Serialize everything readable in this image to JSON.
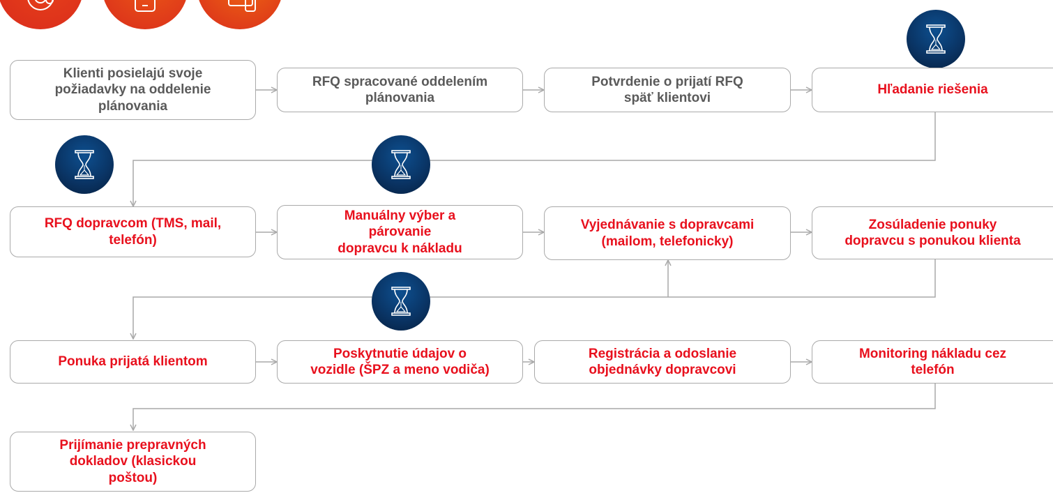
{
  "channels": [
    {
      "icon": "at-sign-icon",
      "color": "#e8431a"
    },
    {
      "icon": "smartphone-icon",
      "color": "#ec5a16"
    },
    {
      "icon": "devices-icon",
      "color": "#ef6a12"
    }
  ],
  "steps": [
    {
      "lines": [
        "Klienti posielajú svoje",
        "požiadavky na oddelenie",
        "plánovania"
      ],
      "style": "gray"
    },
    {
      "lines": [
        "RFQ spracované oddelením",
        "plánovania"
      ],
      "style": "gray"
    },
    {
      "lines": [
        "Potvrdenie o prijatí RFQ",
        "späť klientovi"
      ],
      "style": "gray"
    },
    {
      "lines": [
        "Hľadanie riešenia"
      ],
      "style": "red"
    },
    {
      "lines": [
        "RFQ dopravcom (TMS, mail,",
        "telefón)"
      ],
      "style": "red"
    },
    {
      "lines": [
        "Manuálny výber a",
        "párovanie",
        "dopravcu k nákladu"
      ],
      "style": "red"
    },
    {
      "lines": [
        "Vyjednávanie s dopravcami",
        "(mailom, telefonicky)"
      ],
      "style": "red"
    },
    {
      "lines": [
        "Zosúladenie ponuky",
        "dopravcu s ponukou klienta"
      ],
      "style": "red"
    },
    {
      "lines": [
        "Ponuka prijatá klientom"
      ],
      "style": "red"
    },
    {
      "lines": [
        "Poskytnutie údajov o",
        "vozidle (ŠPZ a meno vodiča)"
      ],
      "style": "red"
    },
    {
      "lines": [
        "Registrácia a odoslanie",
        "objednávky dopravcovi"
      ],
      "style": "red"
    },
    {
      "lines": [
        "Monitoring nákladu cez",
        "telefón"
      ],
      "style": "red"
    },
    {
      "lines": [
        "Prijímanie prepravných",
        "dokladov (klasickou",
        "poštou)"
      ],
      "style": "red"
    }
  ],
  "colors": {
    "box_border": "#a9a9a9",
    "gray_text": "#5a5a5a",
    "red_text": "#e8101d",
    "connector": "#a9a9a9",
    "hourglass_bg": "#0a3566"
  }
}
